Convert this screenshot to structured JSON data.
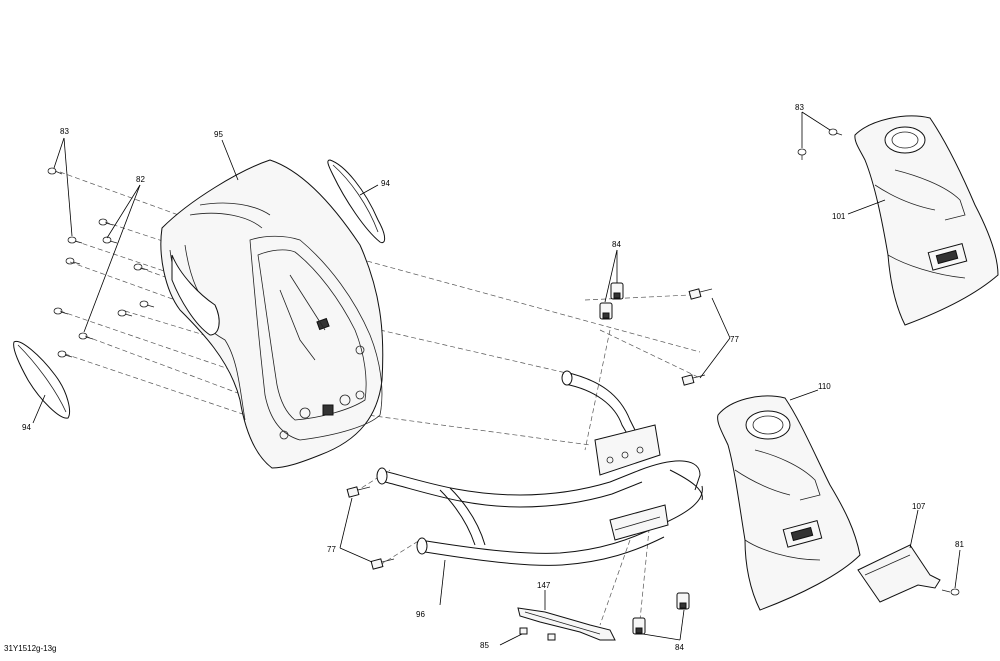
{
  "figure_id": "31Y1512g-13g",
  "callouts": [
    {
      "id": "83",
      "label": "83"
    },
    {
      "id": "82",
      "label": "82"
    },
    {
      "id": "95",
      "label": "95"
    },
    {
      "id": "94",
      "label": "94"
    },
    {
      "id": "94b",
      "label": "94"
    },
    {
      "id": "84",
      "label": "84"
    },
    {
      "id": "77",
      "label": "77"
    },
    {
      "id": "77b",
      "label": "77"
    },
    {
      "id": "96",
      "label": "96"
    },
    {
      "id": "147",
      "label": "147"
    },
    {
      "id": "85",
      "label": "85"
    },
    {
      "id": "84b",
      "label": "84"
    },
    {
      "id": "110",
      "label": "110"
    },
    {
      "id": "107",
      "label": "107"
    },
    {
      "id": "81",
      "label": "81"
    },
    {
      "id": "83b",
      "label": "83"
    },
    {
      "id": "101",
      "label": "101"
    }
  ]
}
